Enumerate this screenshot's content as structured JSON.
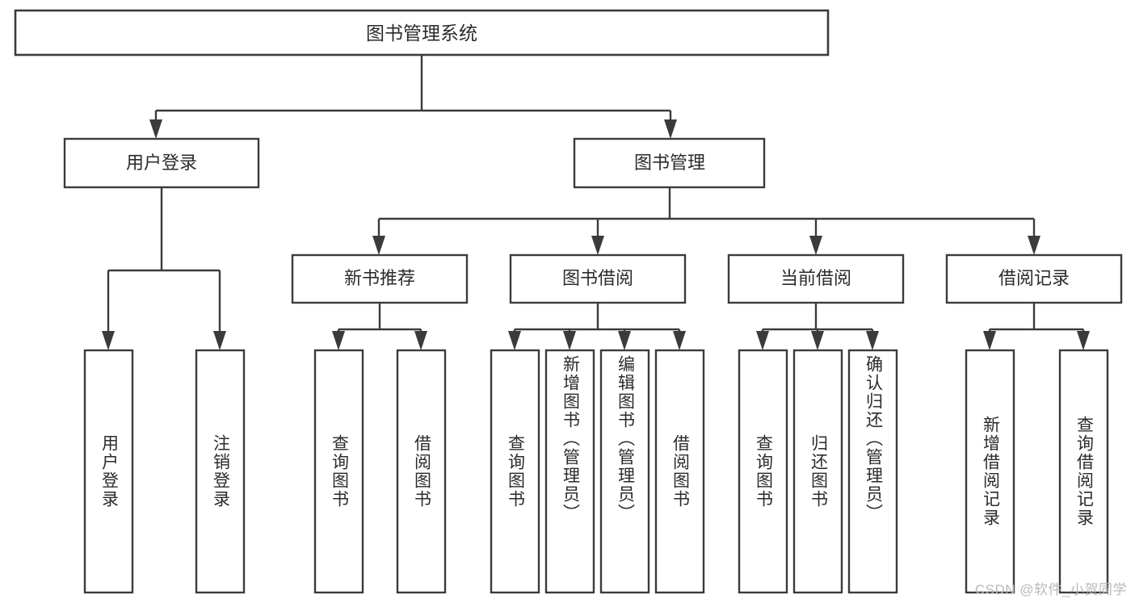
{
  "diagram": {
    "type": "tree",
    "title": "图书管理系统",
    "orientation": "top-down",
    "colors": {
      "box_fill": "#ffffff",
      "box_stroke": "#3b3b3b",
      "text": "#2b2b2b",
      "background": "#ffffff",
      "watermark": "#b9b9b9"
    },
    "root": {
      "label": "图书管理系统"
    },
    "level2": [
      {
        "label": "用户登录"
      },
      {
        "label": "图书管理"
      }
    ],
    "level3": [
      {
        "label": "新书推荐"
      },
      {
        "label": "图书借阅"
      },
      {
        "label": "当前借阅"
      },
      {
        "label": "借阅记录"
      }
    ],
    "leaves": {
      "user_login": [
        {
          "label": "用户登录"
        },
        {
          "label": "注销登录"
        }
      ],
      "new_book_recommend": [
        {
          "label": "查询图书"
        },
        {
          "label": "借阅图书"
        }
      ],
      "book_borrow": [
        {
          "label": "查询图书"
        },
        {
          "label": "新增图书（管理员）"
        },
        {
          "label": "编辑图书（管理员）"
        },
        {
          "label": "借阅图书"
        }
      ],
      "current_borrow": [
        {
          "label": "查询图书"
        },
        {
          "label": "归还图书"
        },
        {
          "label": "确认归还（管理员）"
        }
      ],
      "borrow_record": [
        {
          "label": "新增借阅记录"
        },
        {
          "label": "查询借阅记录"
        }
      ]
    }
  },
  "watermark": {
    "text": "CSDN @软件_小贺同学"
  }
}
